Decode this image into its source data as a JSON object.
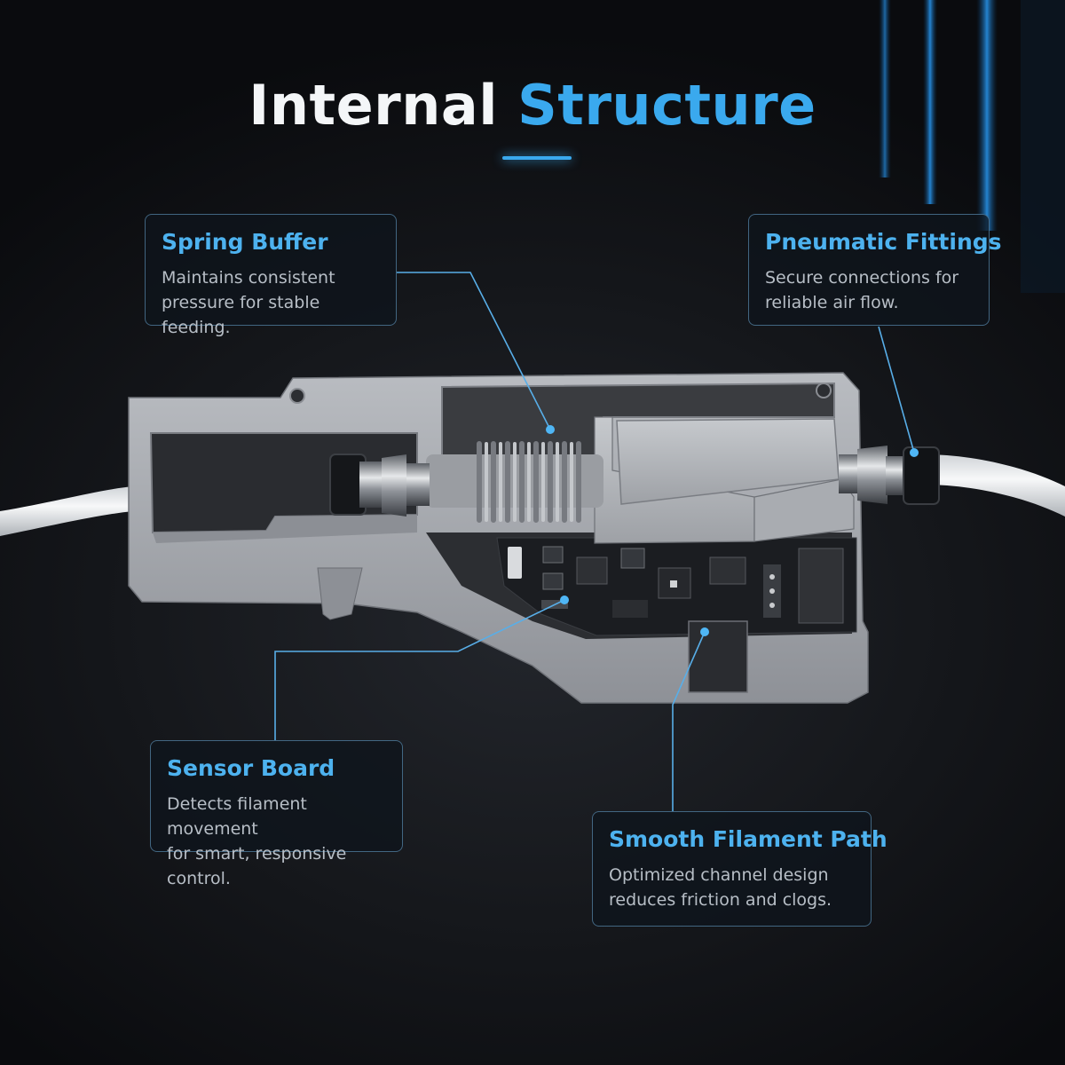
{
  "title": {
    "part1": "Internal",
    "part2": "Structure"
  },
  "callouts": {
    "spring_buffer": {
      "title": "Spring Buffer",
      "line1": "Maintains consistent",
      "line2": "pressure for stable feeding."
    },
    "pneumatic_fittings": {
      "title": "Pneumatic Fittings",
      "line1": "Secure connections for",
      "line2": "reliable air flow."
    },
    "sensor_board": {
      "title": "Sensor Board",
      "line1": "Detects filament movement",
      "line2": "for smart, responsive control."
    },
    "smooth_filament_path": {
      "title": "Smooth Filament Path",
      "line1": "Optimized channel design",
      "line2": "reduces friction and clogs."
    }
  },
  "colors": {
    "accent": "#3aa9ee",
    "background": "#0b0d11",
    "housing": "#a4a7ad",
    "pcb": "#1b1d21",
    "tube": "#e8eaec"
  }
}
